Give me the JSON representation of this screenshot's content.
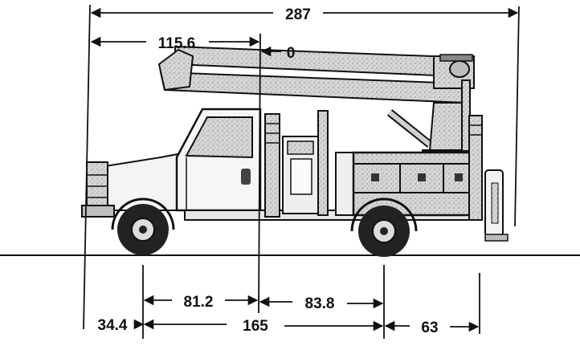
{
  "diagram": {
    "colors": {
      "ink": "#111111",
      "stipple": "#cfcfcf",
      "stipple_dark": "#a9a9a9",
      "paper": "#ffffff"
    },
    "dimensions": {
      "overall_length": "287",
      "boom_overhang": "115.6",
      "boom_pivot": "0",
      "front_overhang": "34.4",
      "front_axle_to_pivot": "81.2",
      "pivot_to_rear_axle": "83.8",
      "wheelbase": "165",
      "rear_overhang": "63"
    }
  }
}
